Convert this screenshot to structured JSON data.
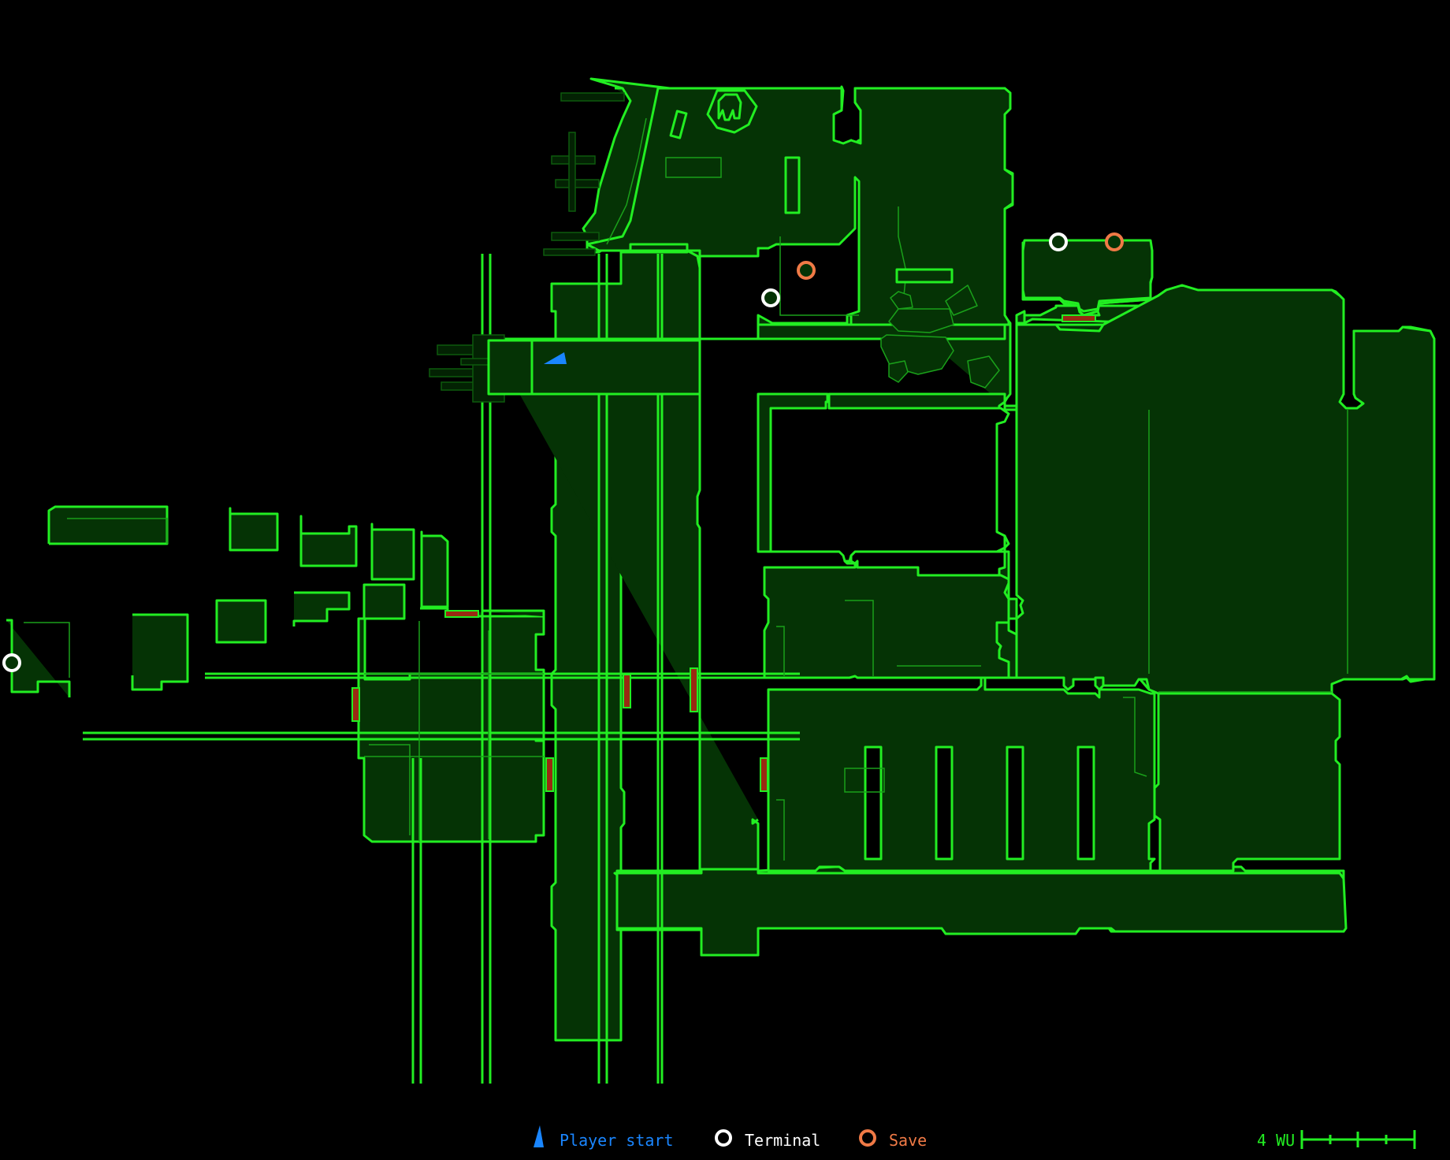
{
  "colors": {
    "background": "#000000",
    "wall": "#22ee22",
    "floor": "#053305",
    "floor_dim": "#042a04",
    "detail": "#1aa01a",
    "door": "#9a2a12",
    "player": "#1a86ff",
    "terminal": "#ffffff",
    "save": "#f07a46"
  },
  "legend": {
    "player_label": "Player start",
    "player_icon": "player-arrow-icon",
    "terminal_label": "Terminal",
    "terminal_icon": "terminal-ring-icon",
    "save_label": "Save",
    "save_icon": "save-ring-icon"
  },
  "scale_bar": {
    "label": "4 WU"
  }
}
